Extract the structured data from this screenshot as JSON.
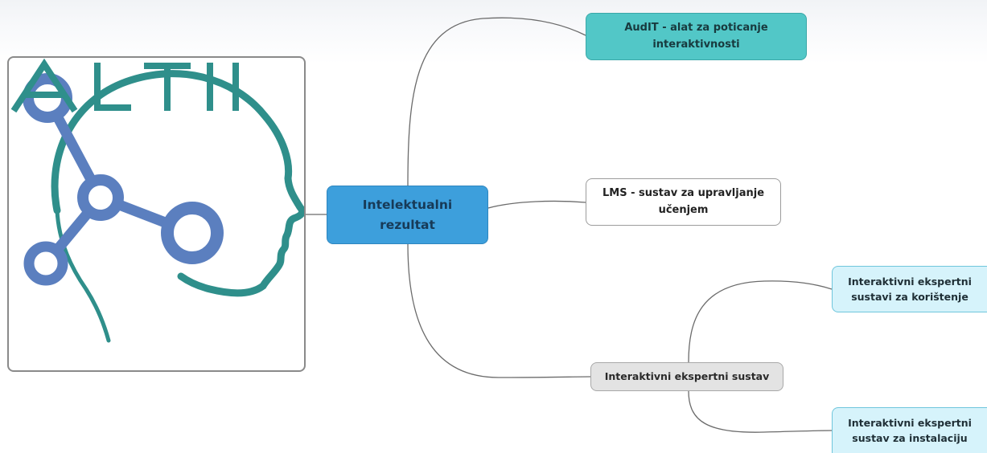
{
  "logo": {
    "wordmark": "ALTII",
    "colors": {
      "teal": "#2f8f8b",
      "blue": "#5b7fbf"
    },
    "icon": "head-molecule-logo"
  },
  "mindmap": {
    "root": {
      "lines": [
        "Intelektualni",
        "rezultat"
      ],
      "color": "#3d9fdc"
    },
    "branches": {
      "audit": {
        "lines": [
          "AudIT - alat za poticanje",
          "interaktivnosti"
        ],
        "color": "#52c7c7"
      },
      "lms": {
        "lines": [
          "LMS - sustav za upravljanje",
          "učenjem"
        ],
        "color": "#ffffff"
      },
      "ies": {
        "lines": [
          "Interaktivni ekspertni sustav"
        ],
        "color": "#e3e3e3",
        "children": {
          "use": {
            "lines": [
              "Interaktivni ekspertni",
              "sustavi za korištenje"
            ],
            "color": "#d6f3fb"
          },
          "install": {
            "lines": [
              "Interaktivni ekspertni",
              "sustav za instalaciju"
            ],
            "color": "#d6f3fb"
          }
        }
      }
    },
    "connector_color": "#6b6b6b"
  }
}
